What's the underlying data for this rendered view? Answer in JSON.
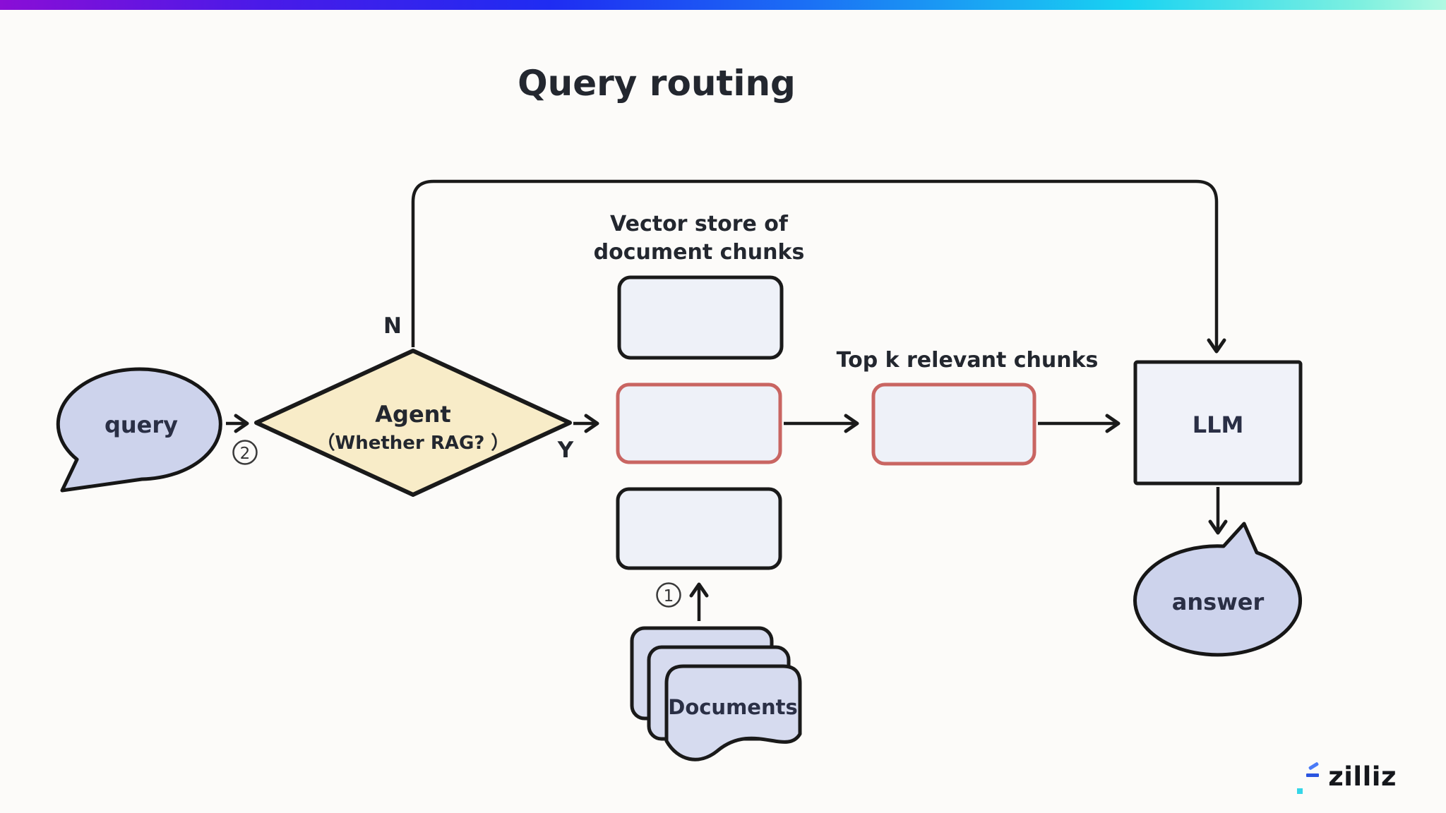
{
  "title": "Query routing",
  "colors": {
    "top_bar_gradient_left": "#8a0ed6",
    "top_bar_gradient_mid": "#1f2cf2",
    "top_bar_gradient_right": "#b2f9e2",
    "outline": "#1a1a1a",
    "highlight_red": "#c96562",
    "diamond_fill": "#f8ecc8",
    "chunk_fill": "#eef1f8",
    "bubble_fill": "#cdd3ec",
    "document_fill": "#d6dbef",
    "background": "#fcfbf9",
    "text_dark": "#23272f",
    "text_navy": "#2a2f45"
  },
  "flow": {
    "query": "query",
    "agent": "Agent",
    "agent_condition": "（Whether RAG?  ）",
    "branch_no": "N",
    "branch_yes": "Y",
    "step_route": "2",
    "step_ingest": "1",
    "vector_store_line1": "Vector store of",
    "vector_store_line2": "document chunks",
    "top_k": "Top k relevant chunks",
    "llm": "LLM",
    "answer": "answer",
    "documents": "Documents"
  },
  "logo": {
    "text": "zilliz"
  }
}
